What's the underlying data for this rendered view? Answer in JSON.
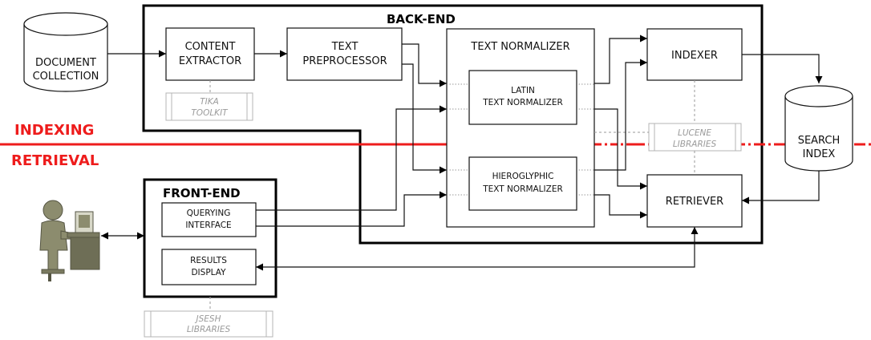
{
  "regions": {
    "backend_title": "BACK-END",
    "frontend_title": "FRONT-END",
    "indexing_label": "INDEXING",
    "retrieval_label": "RETRIEVAL"
  },
  "stores": {
    "document_collection": [
      "DOCUMENT",
      "COLLECTION"
    ],
    "search_index": [
      "SEARCH",
      "INDEX"
    ]
  },
  "components": {
    "content_extractor": [
      "CONTENT",
      "EXTRACTOR"
    ],
    "text_preprocessor": [
      "TEXT",
      "PREPROCESSOR"
    ],
    "text_normalizer": "TEXT NORMALIZER",
    "latin_normalizer": [
      "LATIN",
      "TEXT NORMALIZER"
    ],
    "hieroglyphic_normalizer": [
      "HIEROGLYPHIC",
      "TEXT NORMALIZER"
    ],
    "indexer": "INDEXER",
    "retriever": "RETRIEVER",
    "querying_interface": [
      "QUERYING",
      "INTERFACE"
    ],
    "results_display": [
      "RESULTS",
      "DISPLAY"
    ]
  },
  "libraries": {
    "tika": [
      "TIKA",
      "TOOLKIT"
    ],
    "lucene": [
      "LUCENE",
      "LIBRARIES"
    ],
    "jsesh": [
      "JSESH",
      "LIBRARIES"
    ]
  },
  "colors": {
    "divider": "#ee1c1c",
    "library": "#9a9a9a",
    "user_figure": "#8c8c6e"
  }
}
